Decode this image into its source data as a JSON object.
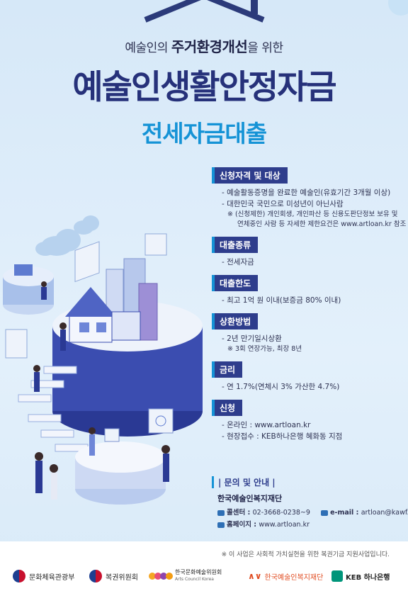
{
  "header": {
    "subtitle_pre": "예술인의 ",
    "subtitle_bold": "주거환경개선",
    "subtitle_post": "을 위한",
    "title": "예술인생활안정자금",
    "subtitle2": "전세자금대출"
  },
  "sections": {
    "eligibility": {
      "heading": "신청자격 및 대상",
      "item1": "예술활동증명을 완료한 예술인(유효기간 3개월 이상)",
      "item2": "대한민국 국민으로 미성년이 아닌사람",
      "note1": "※ (신청제한) 개인회생, 개인파산 등 신용도판단정보 보유 및",
      "note2": "연체중인 사람 등 자세한 제한요건은 www.artloan.kr 참조"
    },
    "type": {
      "heading": "대출종류",
      "item1": "전세자금"
    },
    "limit": {
      "heading": "대출한도",
      "item1": "최고 1억 원 이내(보증금 80% 이내)"
    },
    "repay": {
      "heading": "상환방법",
      "item1": "2년 만기일시상환",
      "note1": "※ 3회 연장가능, 최장 8년"
    },
    "rate": {
      "heading": "금리",
      "item1": "연 1.7%(연체시 3% 가산한 4.7%)"
    },
    "apply": {
      "heading": "신청",
      "item1": "온라인 : www.artloan.kr",
      "item2": "현장접수 :  KEB하나은행 혜화동 지점"
    }
  },
  "contact": {
    "heading": "| 문의 및 안내 |",
    "org": "한국예술인복지재단",
    "callcenter_label": "콜센터 : ",
    "callcenter": "02-3668-0238~9",
    "email_label": "e-mail : ",
    "email": "artloan@kawf.kr",
    "homepage_label": "홈페이지 : ",
    "homepage": "www.artloan.kr"
  },
  "footer": {
    "note": "※ 이 사업은 사회적 가치실현을 위한 복권기금 지원사업입니다.",
    "logos": {
      "mcst": "문화체육관광부",
      "lottery": "복권위원회",
      "arko": "한국문화예술위원회",
      "arko_en": "Arts Council Korea",
      "kawf": "한국예술인복지재단",
      "hana": "KEB 하나은행"
    }
  },
  "colors": {
    "title": "#26317a",
    "accent": "#1593d6",
    "section_bg": "#2e3d8c",
    "background": "#dcecf9"
  },
  "icons": [
    "house-roof-icon",
    "phone-icon",
    "mail-icon",
    "monitor-icon",
    "government-emblem-icon"
  ]
}
